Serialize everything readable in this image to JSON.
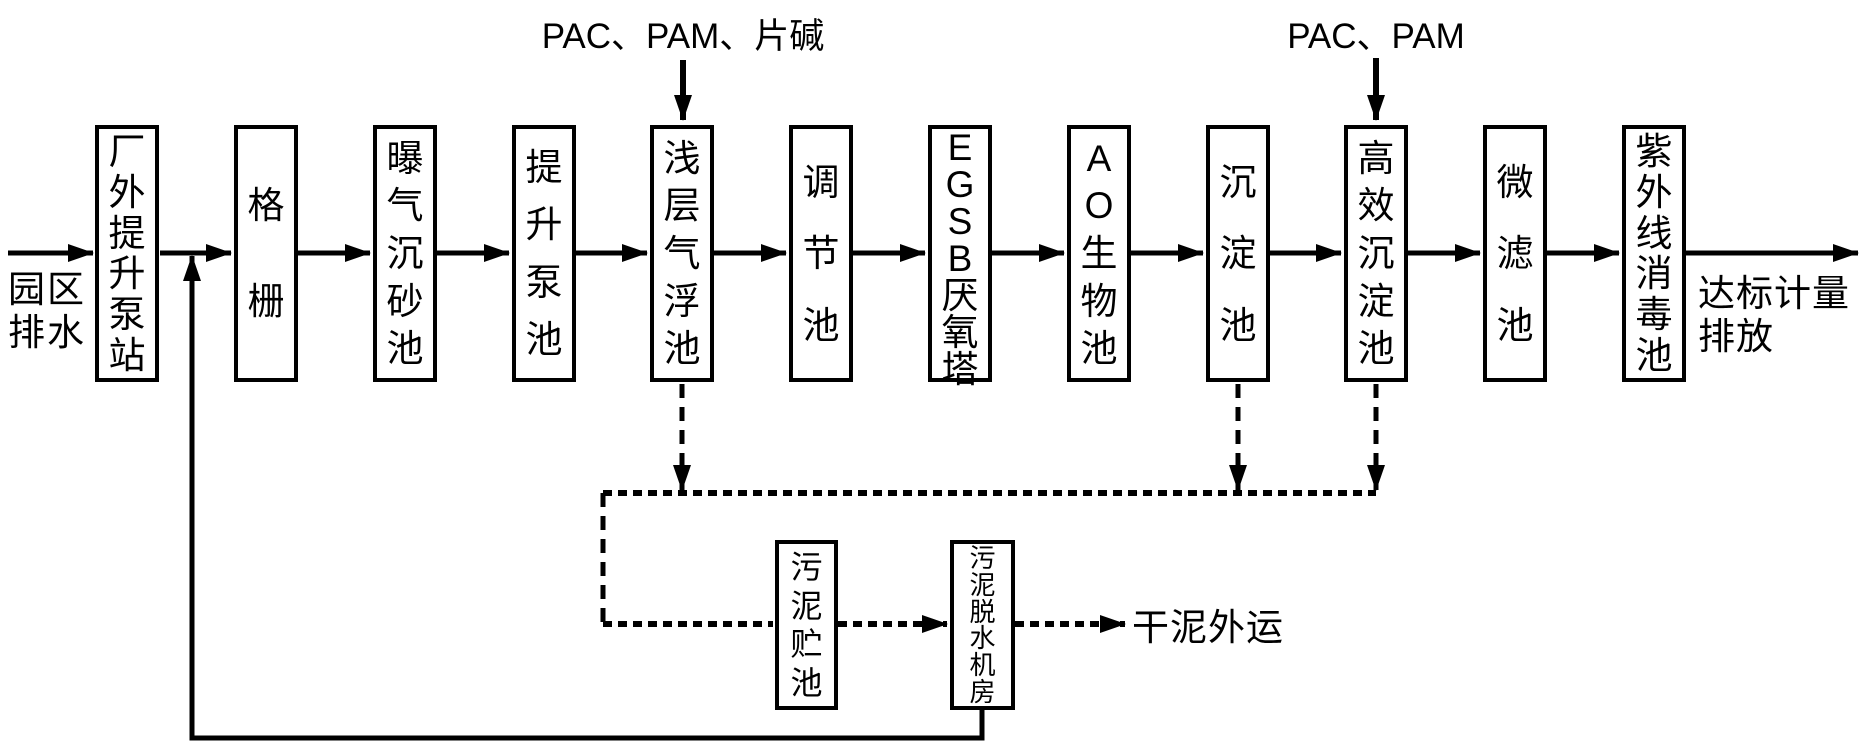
{
  "diagram": {
    "inflow_label": "园区\n排水",
    "outflow_label": "达标计量\n排放",
    "dosing_label_1": "PAC、PAM、片碱",
    "dosing_label_2": "PAC、PAM",
    "sludge_out_label": "干泥外运",
    "process_boxes": [
      {
        "label": "厂外提升泵站"
      },
      {
        "label": "格栅"
      },
      {
        "label": "曝气沉砂池"
      },
      {
        "label": "提升泵池"
      },
      {
        "label": "浅层气浮池"
      },
      {
        "label": "调节池"
      },
      {
        "label": "EGSB厌氧塔"
      },
      {
        "label": "AO生物池"
      },
      {
        "label": "沉淀池"
      },
      {
        "label": "高效沉淀池"
      },
      {
        "label": "微滤池"
      },
      {
        "label": "紫外线消毒池"
      }
    ],
    "sludge_boxes": [
      {
        "label": "污泥贮池"
      },
      {
        "label": "污泥脱水机房"
      }
    ],
    "colors": {
      "line": "#000000",
      "background": "#ffffff"
    }
  }
}
